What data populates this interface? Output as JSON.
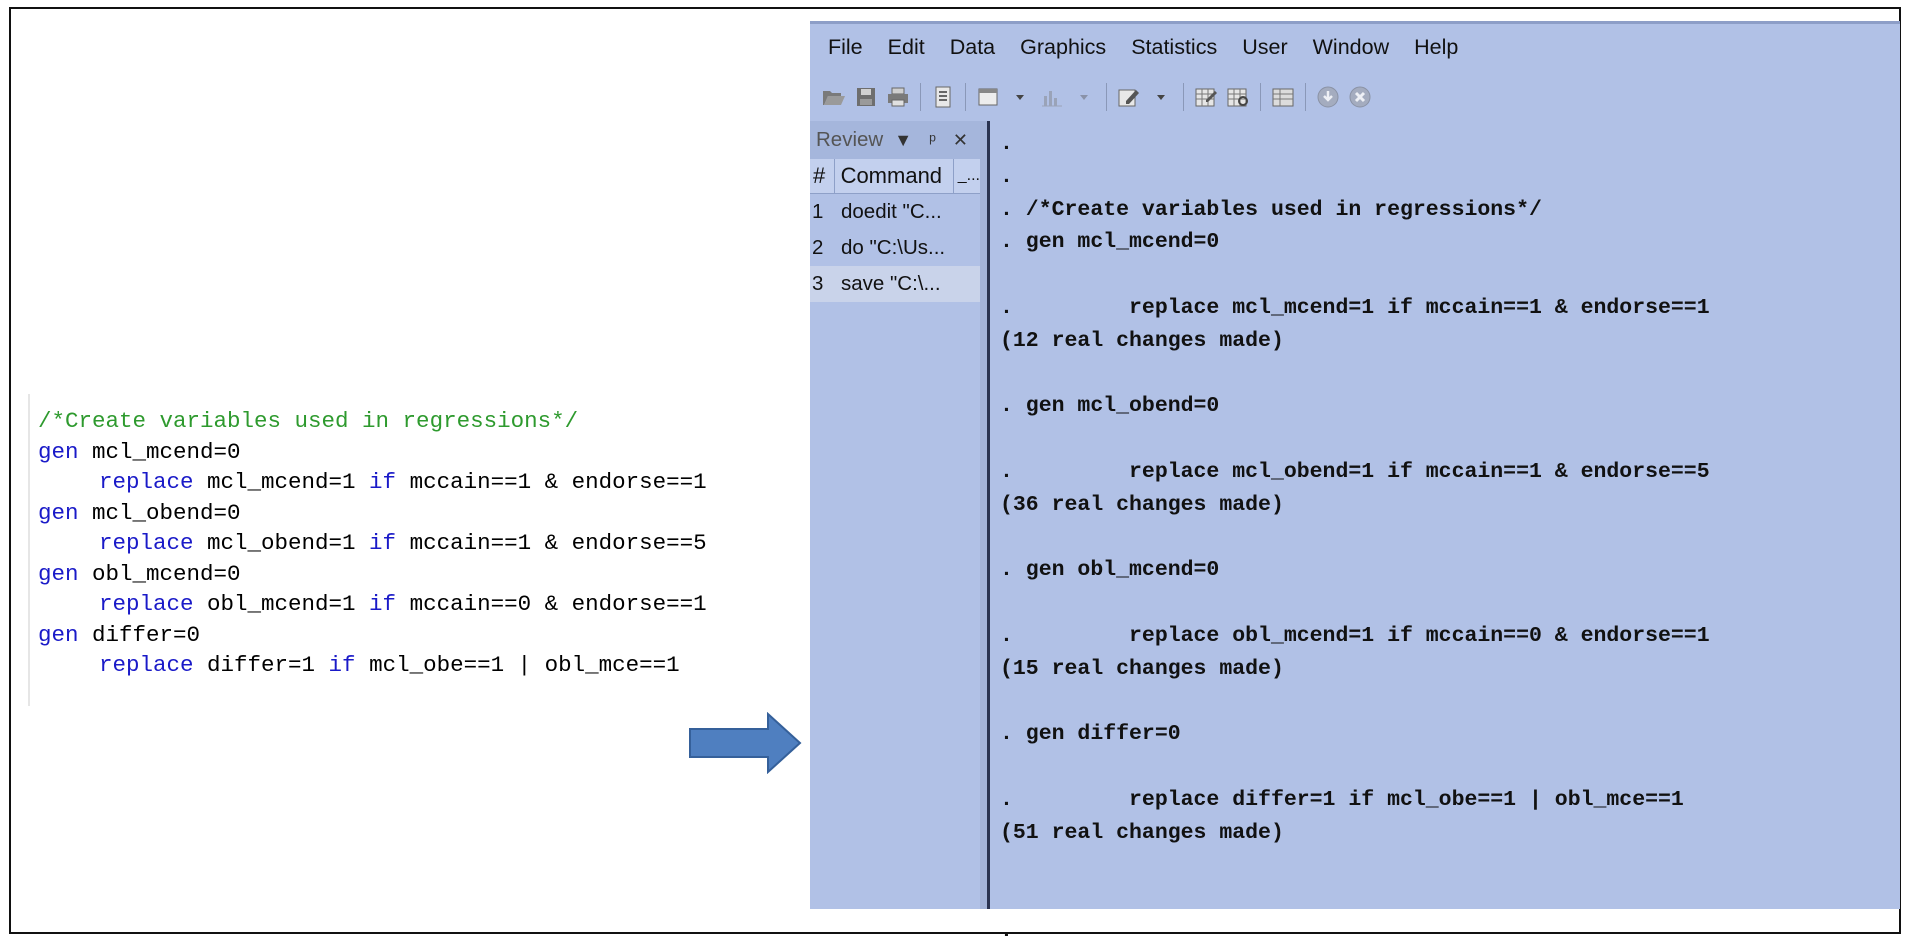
{
  "editor": {
    "lines": [
      {
        "kind": "comment",
        "text": "/*Create variables used in regressions*/"
      },
      {
        "kind": "gen",
        "kw": "gen",
        "rest": " mcl_mcend=0"
      },
      {
        "kind": "replace",
        "kw": "replace",
        "a": " mcl_mcend=1 ",
        "if": "if",
        "b": " mccain==1 & endorse==1"
      },
      {
        "kind": "gen",
        "kw": "gen",
        "rest": " mcl_obend=0"
      },
      {
        "kind": "replace",
        "kw": "replace",
        "a": " mcl_obend=1 ",
        "if": "if",
        "b": " mccain==1 & endorse==5"
      },
      {
        "kind": "gen",
        "kw": "gen",
        "rest": " obl_mcend=0"
      },
      {
        "kind": "replace",
        "kw": "replace",
        "a": " obl_mcend=1 ",
        "if": "if",
        "b": " mccain==0 & endorse==1"
      },
      {
        "kind": "gen",
        "kw": "gen",
        "rest": " differ=0"
      },
      {
        "kind": "replace",
        "kw": "replace",
        "a": " differ=1 ",
        "if": "if",
        "b": " mcl_obe==1 | obl_mce==1"
      }
    ]
  },
  "menu": [
    "File",
    "Edit",
    "Data",
    "Graphics",
    "Statistics",
    "User",
    "Window",
    "Help"
  ],
  "toolbar_icons": [
    "open-icon",
    "save-icon",
    "print-icon",
    "log-icon",
    "viewer-icon",
    "graph-icon",
    "do-file-editor-icon",
    "data-editor-icon",
    "data-browser-icon",
    "variables-manager-icon",
    "more-icon",
    "break-icon"
  ],
  "review": {
    "title": "Review",
    "controls": "▼ ᵖ ✕",
    "col_num": "#",
    "col_command": "Command",
    "col_rc": "_...",
    "rows": [
      {
        "num": "1",
        "cmd": "doedit \"C..."
      },
      {
        "num": "2",
        "cmd": "do \"C:\\Us..."
      },
      {
        "num": "3",
        "cmd": "save \"C:\\..."
      }
    ]
  },
  "results": [
    ".",
    ".",
    ". /*Create variables used in regressions*/",
    ". gen mcl_mcend=0",
    "",
    ".         replace mcl_mcend=1 if mccain==1 & endorse==1",
    "(12 real changes made)",
    "",
    ". gen mcl_obend=0",
    "",
    ".         replace mcl_obend=1 if mccain==1 & endorse==5",
    "(36 real changes made)",
    "",
    ". gen obl_mcend=0",
    "",
    ".         replace obl_mcend=1 if mccain==0 & endorse==1",
    "(15 real changes made)",
    "",
    ". gen differ=0",
    "",
    ".         replace differ=1 if mcl_obe==1 | obl_mce==1",
    "(51 real changes made)",
    "",
    "",
    "."
  ]
}
